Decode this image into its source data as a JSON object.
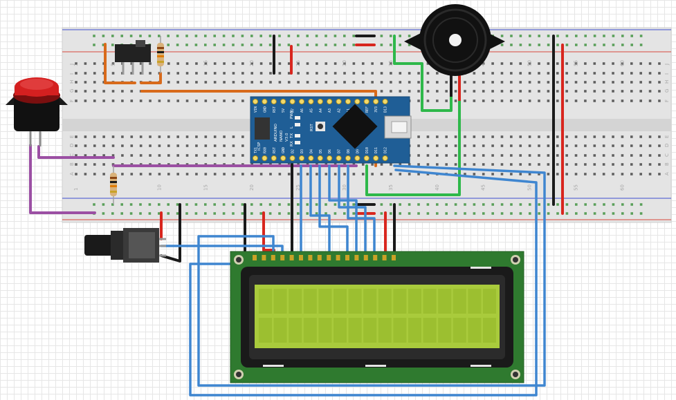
{
  "breadboard": {
    "column_numbers": [
      "1",
      "5",
      "10",
      "15",
      "20",
      "25",
      "30",
      "35",
      "40",
      "45",
      "50",
      "55",
      "60"
    ],
    "row_letters_top": [
      "J",
      "I",
      "H",
      "G",
      "F"
    ],
    "row_letters_bottom": [
      "E",
      "D",
      "C",
      "B",
      "A"
    ]
  },
  "arduino": {
    "model_line1": "ARDUINO",
    "model_line2": "NANO",
    "model_line3": "V3.0",
    "top_pins": [
      "VIN",
      "GND",
      "RST",
      "5V",
      "A7",
      "A6",
      "A5",
      "A4",
      "A3",
      "A2",
      "A1",
      "A0",
      "REF",
      "3V3",
      "D13"
    ],
    "bottom_pins": [
      "TX1",
      "RX0",
      "RST",
      "GND",
      "D2",
      "D3",
      "D4",
      "D5",
      "D6",
      "D7",
      "D8",
      "D9",
      "D10",
      "D11",
      "D12"
    ],
    "labels": {
      "icsp": "ICSP",
      "pwr": "PWR",
      "l": "L",
      "tx": "TX",
      "rx": "RX",
      "rst": "RST"
    }
  },
  "colors": {
    "breadboard": "#e4e4e4",
    "rail_red": "#d9493b",
    "rail_blue": "#3e4ed0",
    "hole": "#5aa05a",
    "arduino_pcb": "#1f5e96",
    "lcd_pcb": "#2f7a2f",
    "lcd_screen": "#a9cb3c",
    "wire_orange": "#d86a1b",
    "wire_purple": "#9b4fa3",
    "wire_blue": "#3f86d0",
    "wire_green": "#2eb84a",
    "wire_red": "#d8261e",
    "wire_black": "#1a1a1a"
  },
  "components": {
    "push_button": "push-button",
    "slide_switch": "slide-switch",
    "buzzer": "piezo-buzzer",
    "potentiometer": "potentiometer",
    "lcd": "lcd-16x2"
  }
}
